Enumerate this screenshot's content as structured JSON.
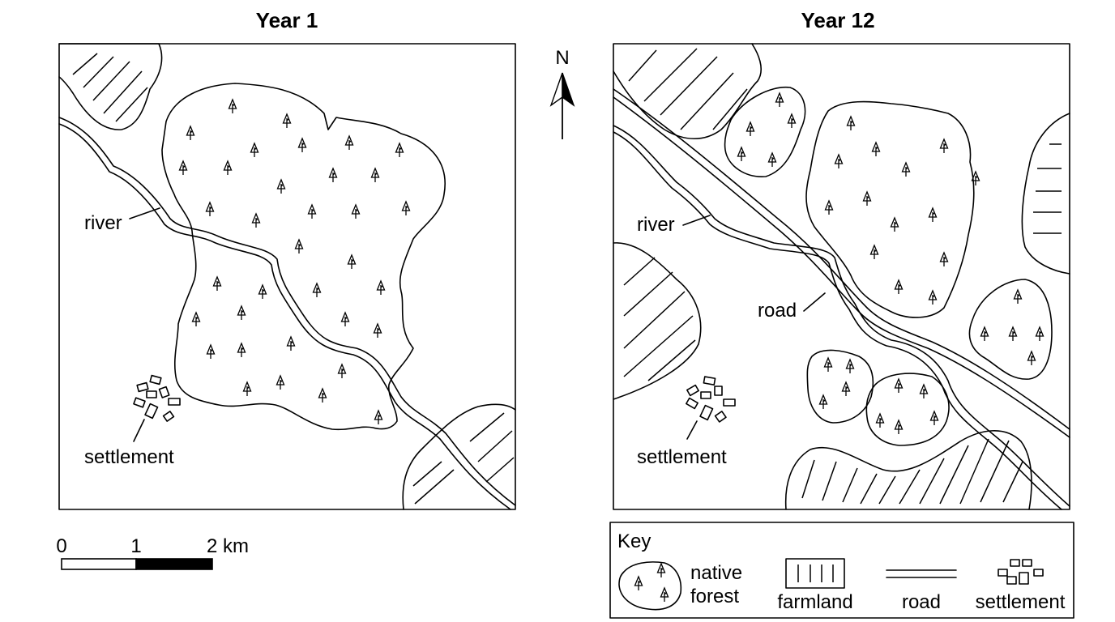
{
  "maps": {
    "year1": {
      "title": "Year 1",
      "labels": {
        "river": "river",
        "settlement": "settlement"
      }
    },
    "year12": {
      "title": "Year 12",
      "labels": {
        "river": "river",
        "road": "road",
        "settlement": "settlement"
      }
    }
  },
  "north_arrow": {
    "label": "N"
  },
  "scale_bar": {
    "tick_0": "0",
    "tick_1": "1",
    "tick_2": "2 km"
  },
  "key": {
    "title": "Key",
    "items": [
      {
        "label_line1": "native",
        "label_line2": "forest"
      },
      {
        "label": "farmland"
      },
      {
        "label": "road"
      },
      {
        "label": "settlement"
      }
    ]
  },
  "colors": {
    "ink": "#000000",
    "paper": "#ffffff",
    "scale_fill": "#000000"
  }
}
